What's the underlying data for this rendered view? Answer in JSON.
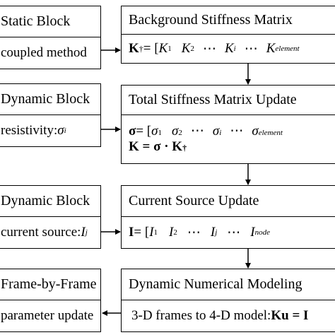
{
  "left": {
    "static_title": "Static Block",
    "static_body": "coupled method",
    "dyn1_title": "Dynamic Block",
    "dyn1_body_prefix": "resistivity: ",
    "dyn1_sym": "σ",
    "dyn1_sub": "i",
    "dyn2_title": "Dynamic Block",
    "dyn2_body_prefix": "current source: ",
    "dyn2_sym": "I",
    "dyn2_sub": "j",
    "frame_title": "Frame-by-Frame",
    "frame_body": "parameter update"
  },
  "right": {
    "bg_title": "Background Stiffness Matrix",
    "bg_eq_lhs": "K",
    "bg_eq_sup": "†",
    "bg_eq_rest": " = [",
    "bg_k": "K",
    "bg_s1": "1",
    "bg_s2": "2",
    "bg_si": "i",
    "bg_selem": "element",
    "dots": "⋯",
    "stiff_title": "Total Stiffness Matrix Update",
    "stiff_sigma": "σ",
    "stiff_eq_rest": " = [",
    "stiff_s1": "1",
    "stiff_s2": "2",
    "stiff_si": "i",
    "stiff_selem": "element",
    "stiff_eq2": "K = σ · K",
    "stiff_eq2_sup": "†",
    "src_title": "Current Source Update",
    "src_I": "I",
    "src_eq_rest": " = [",
    "src_s1": "1",
    "src_s2": "2",
    "src_sj": "j",
    "src_snode": "node",
    "model_title": "Dynamic Numerical Modeling",
    "model_body": "3-D frames to 4-D model: ",
    "model_eq": "Ku = I"
  }
}
